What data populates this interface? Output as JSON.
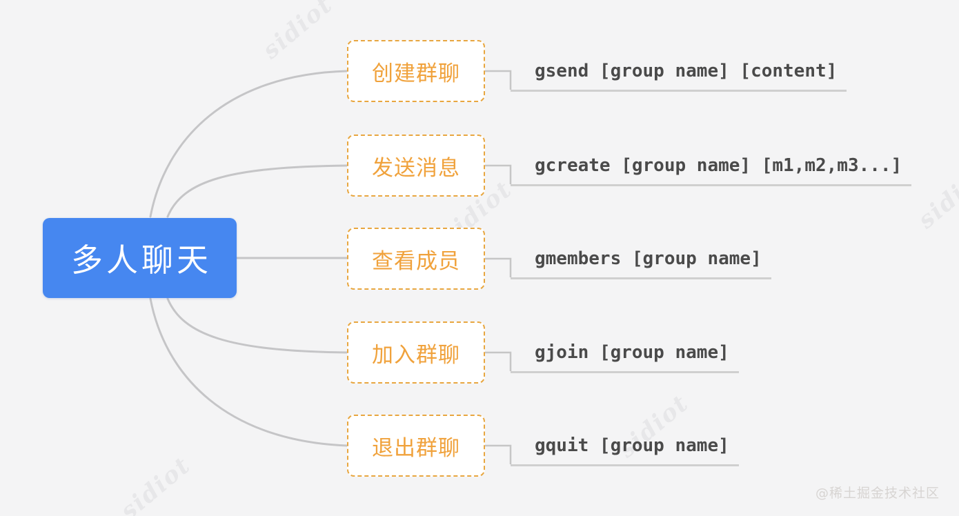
{
  "root": {
    "label": "多人聊天"
  },
  "branches": [
    {
      "label": "创建群聊",
      "command": "gsend [group name] [content]"
    },
    {
      "label": "发送消息",
      "command": "gcreate [group name] [m1,m2,m3...]"
    },
    {
      "label": "查看成员",
      "command": "gmembers [group name]"
    },
    {
      "label": "加入群聊",
      "command": "gjoin [group name]"
    },
    {
      "label": "退出群聊",
      "command": "gquit [group name]"
    }
  ],
  "watermark": {
    "text": "sidiot"
  },
  "credit": "@稀土掘金技术社区",
  "colors": {
    "background": "#f4f4f5",
    "root_fill": "#4687f0",
    "root_text": "#ffffff",
    "branch_border": "#e8a63f",
    "branch_text": "#f0a23c",
    "command_text": "#4a4a4a",
    "connector": "#c5c5c7",
    "underline": "#cfcfcf",
    "watermark": "#e7e7e9",
    "credit": "#d7d4d2"
  }
}
